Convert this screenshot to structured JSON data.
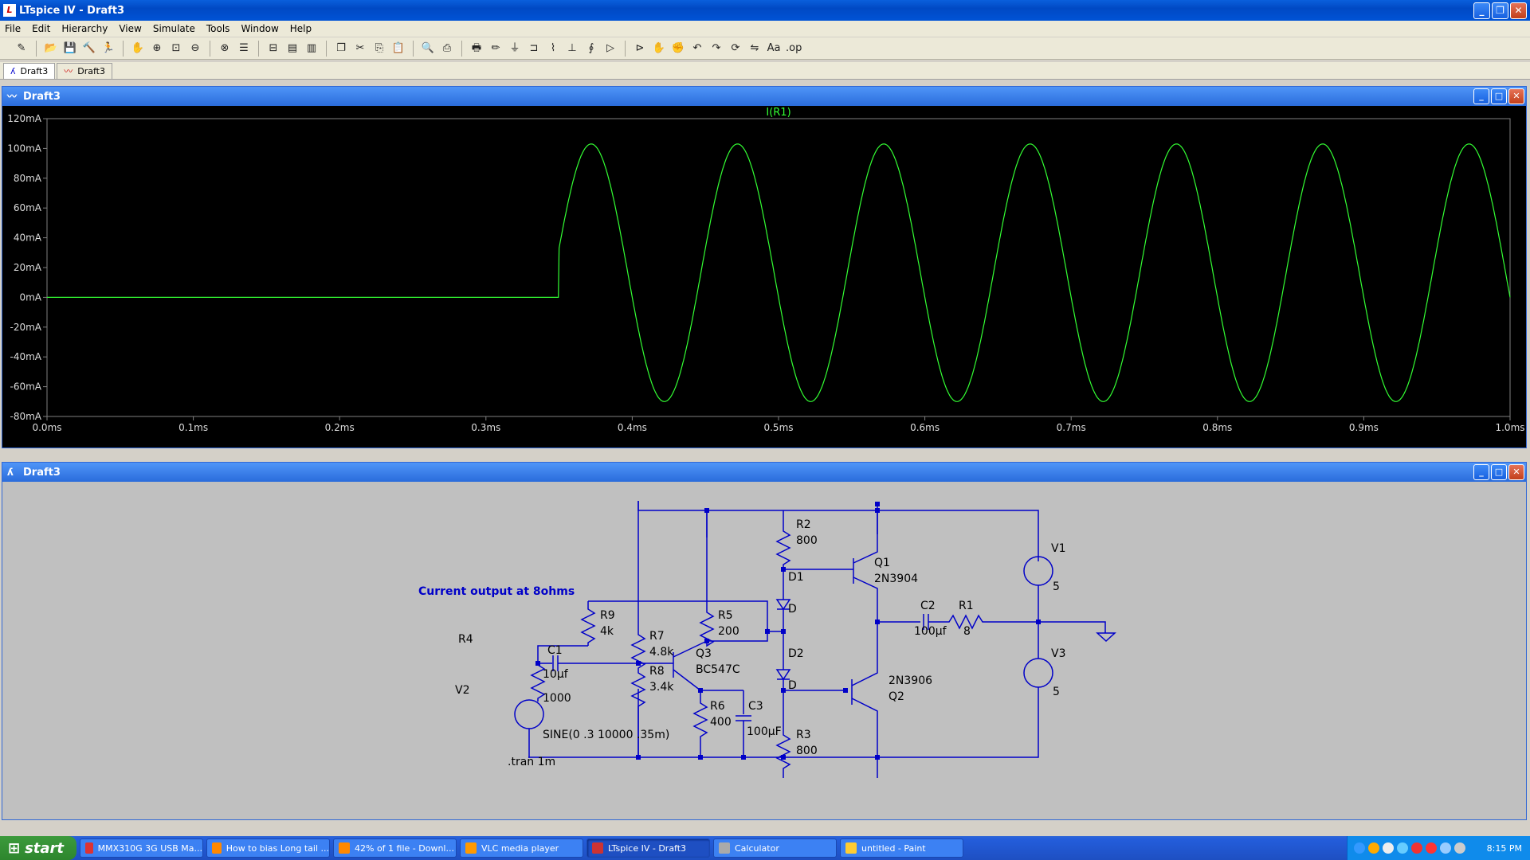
{
  "window": {
    "title": "LTspice IV - Draft3"
  },
  "menu": [
    "File",
    "Edit",
    "Hierarchy",
    "View",
    "Simulate",
    "Tools",
    "Window",
    "Help"
  ],
  "toolbar_icons": [
    "new-schematic-icon",
    "open-icon",
    "save-icon",
    "control-panel-icon",
    "run-icon",
    "halt-icon",
    "zoom-in-icon",
    "zoom-area-icon",
    "zoom-out-icon",
    "zoom-fit-icon",
    "autorange-icon",
    "pick-visible-icon",
    "tile-horizontal-icon",
    "tile-vertical-icon",
    "cascade-icon",
    "cut-icon",
    "copy-icon",
    "paste-icon",
    "find-icon",
    "print-setup-icon",
    "print-icon",
    "wire-icon",
    "ground-icon",
    "label-icon",
    "resistor-icon",
    "capacitor-icon",
    "inductor-icon",
    "diode-icon",
    "component-icon",
    "move-icon",
    "drag-icon",
    "undo-icon",
    "redo-icon",
    "rotate-icon",
    "mirror-icon",
    "text-icon",
    "spice-directive-icon"
  ],
  "doctabs": [
    {
      "label": "Draft3",
      "icon": "schematic-icon"
    },
    {
      "label": "Draft3",
      "icon": "waveform-icon"
    }
  ],
  "plot": {
    "window_title": "Draft3",
    "trace_label": "I(R1)",
    "trace_color": "#33ff33"
  },
  "chart_data": {
    "type": "line",
    "series": [
      {
        "name": "I(R1)",
        "description": "0 until 0.35ms, then sinusoid 10kHz, peak ~103mA, trough ~-70mA"
      }
    ],
    "x_ticks": [
      "0.0ms",
      "0.1ms",
      "0.2ms",
      "0.3ms",
      "0.4ms",
      "0.5ms",
      "0.6ms",
      "0.7ms",
      "0.8ms",
      "0.9ms",
      "1.0ms"
    ],
    "y_ticks": [
      "120mA",
      "100mA",
      "80mA",
      "60mA",
      "40mA",
      "20mA",
      "0mA",
      "-20mA",
      "-40mA",
      "-60mA",
      "-80mA"
    ],
    "xlim": [
      0,
      1.0
    ],
    "ylim": [
      -80,
      120
    ],
    "signal": {
      "start_ms": 0.35,
      "freq_khz": 10,
      "offset_ma": 16.5,
      "amplitude_ma": 86.5
    }
  },
  "schematic": {
    "window_title": "Draft3",
    "note": "Current output at 8ohms",
    "directive": ".tran 1m",
    "source_spec": "SINE(0 .3 10000 .35m)",
    "labels": {
      "R2": "R2",
      "R2v": "800",
      "Q1": "Q1",
      "Q1v": "2N3904",
      "D1": "D1",
      "D1v": "D",
      "D2": "D2",
      "D2v": "D",
      "C2": "C2",
      "C2v": "100µf",
      "R1": "R1",
      "R1v": "8",
      "V1": "V1",
      "V1v": "5",
      "V3": "V3",
      "V3v": "5",
      "R9": "R9",
      "R9v": "4k",
      "R5": "R5",
      "R5v": "200",
      "R7": "R7",
      "R7v": "4.8k",
      "Q3": "Q3",
      "Q3v": "BC547C",
      "R8": "R8",
      "R8v": "3.4k",
      "R6": "R6",
      "R6v": "400",
      "C3": "C3",
      "C3v": "100µF",
      "R3": "R3",
      "R3v": "800",
      "Q2": "Q2",
      "Q2v": "2N3906",
      "C1": "C1",
      "C1v": "10µf",
      "R4": "R4",
      "R4v": "1000",
      "V2": "V2"
    }
  },
  "taskbar": {
    "start": "start",
    "items": [
      {
        "label": "MMX310G 3G USB Ma...",
        "color": "#d33"
      },
      {
        "label": "How to bias Long tail ...",
        "color": "#f80"
      },
      {
        "label": "42% of 1 file - Downl...",
        "color": "#f80"
      },
      {
        "label": "VLC media player",
        "color": "#f90"
      },
      {
        "label": "LTspice IV - Draft3",
        "color": "#c33",
        "active": true
      },
      {
        "label": "Calculator",
        "color": "#aaa"
      },
      {
        "label": "untitled - Paint",
        "color": "#fc3"
      }
    ],
    "clock": "8:15 PM"
  }
}
